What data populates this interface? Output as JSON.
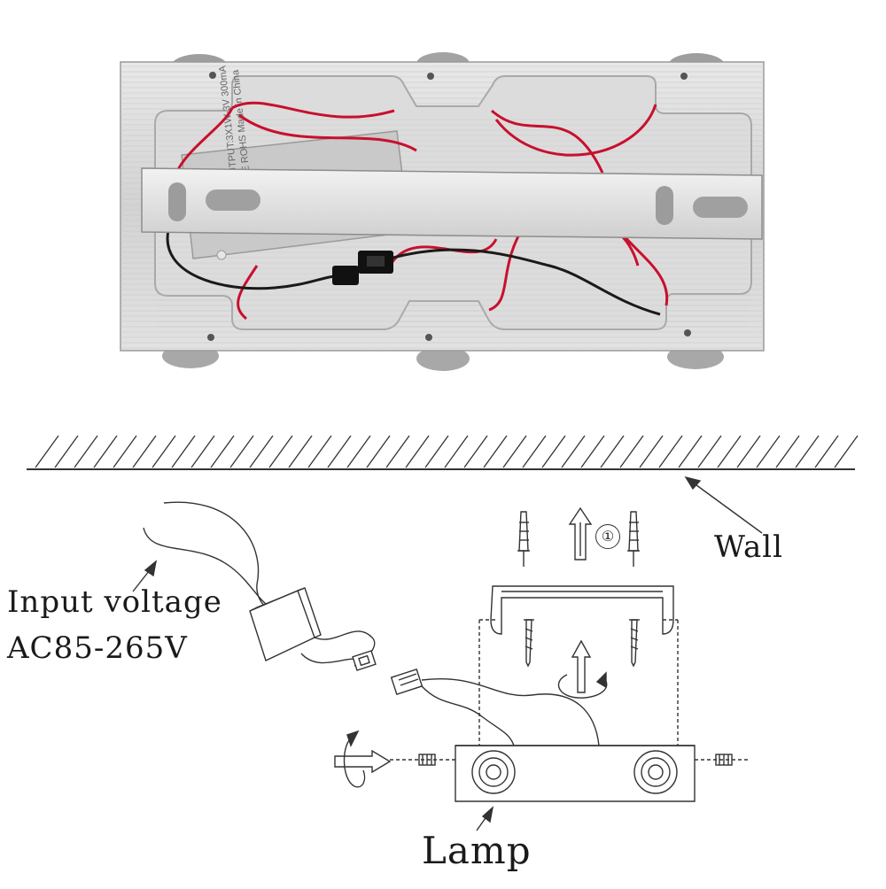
{
  "labels": {
    "wall": "Wall",
    "input_voltage_line1": "Input voltage",
    "input_voltage_line2": "AC85-265V",
    "lamp": "Lamp",
    "step_marker": "①"
  },
  "photo": {
    "driver_label_lines": [
      "OUTPUT:3X1W-3V 300mA",
      "CE ROHS Made in China"
    ]
  },
  "colors": {
    "aluminum": "#d9d9d9",
    "aluminum_dark": "#b5b5b5",
    "wire_red": "#c8102e",
    "wire_black": "#1a1a1a",
    "line_art": "#333333"
  }
}
